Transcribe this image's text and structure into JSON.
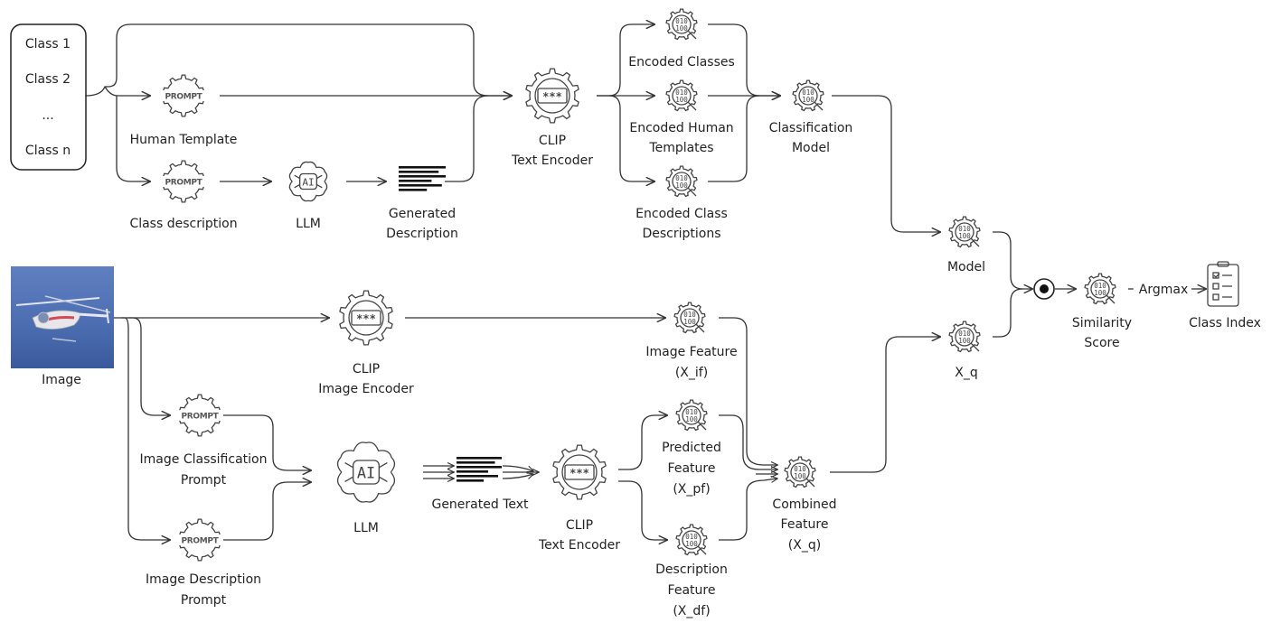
{
  "classes": [
    "Class 1",
    "Class 2",
    "...",
    "Class n"
  ],
  "labels": {
    "human_template": "Human Template",
    "class_description": "Class description",
    "llm_top": "LLM",
    "generated_description": [
      "Generated",
      "Description"
    ],
    "clip_text_top": [
      "CLIP",
      "Text Encoder"
    ],
    "encoded_classes": "Encoded Classes",
    "encoded_human_templates": [
      "Encoded Human",
      "Templates"
    ],
    "encoded_class_descriptions": [
      "Encoded Class",
      "Descriptions"
    ],
    "classification_model": [
      "Classification",
      "Model"
    ],
    "model": "Model",
    "x_q": "X_q",
    "similarity_score": [
      "Similarity",
      "Score"
    ],
    "argmax": "Argmax",
    "class_index": "Class Index",
    "image": "Image",
    "clip_image": [
      "CLIP",
      "Image Encoder"
    ],
    "image_feature": [
      "Image Feature",
      "(X_if)"
    ],
    "image_classification_prompt": [
      "Image Classification",
      "Prompt"
    ],
    "image_description_prompt": [
      "Image Description",
      "Prompt"
    ],
    "llm_bottom": "LLM",
    "generated_text": "Generated Text",
    "clip_text_bottom": [
      "CLIP",
      "Text Encoder"
    ],
    "predicted_feature": [
      "Predicted",
      "Feature",
      "(X_pf)"
    ],
    "description_feature": [
      "Description",
      "Feature",
      "(X_df)"
    ],
    "combined_feature": [
      "Combined",
      "Feature",
      "(X_q)"
    ]
  },
  "icon_text": {
    "prompt": "PROMPT",
    "ai": "AI",
    "encoder": "***",
    "binary_top": "010",
    "binary_bottom": "100"
  },
  "icons": {
    "prompt": "prompt-gear-icon",
    "llm": "ai-brain-icon",
    "encoder": "encoder-gear-icon",
    "feature": "binary-magnifier-icon",
    "document": "text-lines-icon",
    "checklist": "checklist-icon",
    "dot_product": "dot-product-icon",
    "image": "helicopter-photo"
  },
  "colors": {
    "line": "#333333",
    "icon": "#444444",
    "text": "#222222"
  }
}
